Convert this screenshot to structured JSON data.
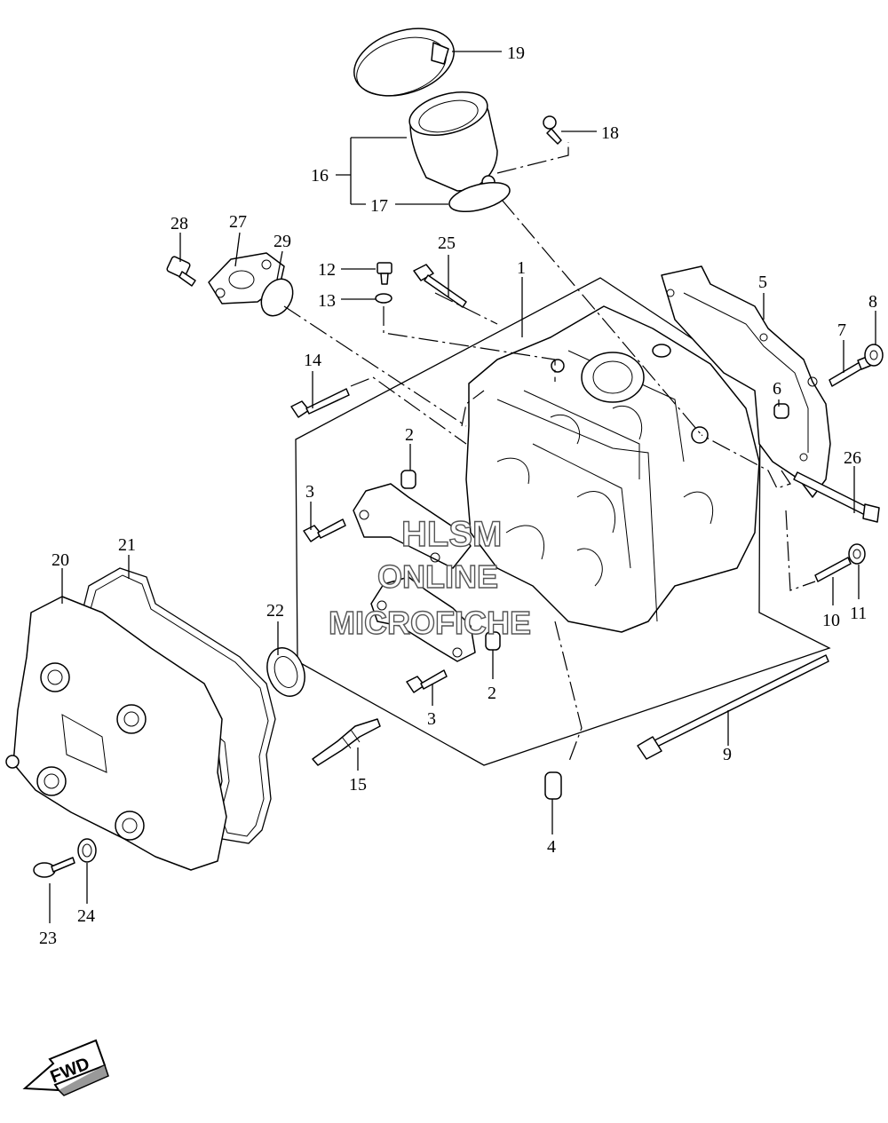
{
  "diagram": {
    "callouts": {
      "c1": "1",
      "c2a": "2",
      "c2b": "2",
      "c3a": "3",
      "c3b": "3",
      "c4": "4",
      "c5": "5",
      "c6": "6",
      "c7": "7",
      "c8": "8",
      "c9": "9",
      "c10": "10",
      "c11": "11",
      "c12": "12",
      "c13": "13",
      "c14": "14",
      "c15": "15",
      "c16": "16",
      "c17": "17",
      "c18": "18",
      "c19": "19",
      "c20": "20",
      "c21": "21",
      "c22": "22",
      "c23": "23",
      "c24": "24",
      "c25": "25",
      "c26": "26",
      "c27": "27",
      "c28": "28",
      "c29": "29"
    },
    "watermark": {
      "line1": "HLSM",
      "line2": "ONLINE",
      "line3": "MICROFICHE"
    },
    "direction_label": "FWD"
  }
}
